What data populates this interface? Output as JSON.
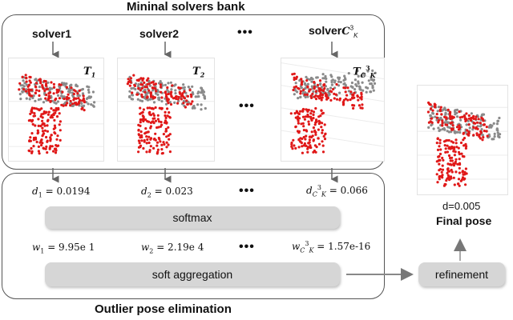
{
  "top_title": "Mininal solvers bank",
  "bottom_title": "Outlier pose elimination",
  "solvers": [
    {
      "label": "solver1",
      "pose": "T",
      "pose_sub": "1",
      "d_label": "d",
      "d_sub": "1",
      "d_value": " = 0.0194",
      "w_label": "w",
      "w_sub": "1",
      "w_value": " = 9.95e 1"
    },
    {
      "label": "solver2",
      "pose": "T",
      "pose_sub": "2",
      "d_label": "d",
      "d_sub": "2",
      "d_value": " = 0.023",
      "w_label": "w",
      "w_sub": "2",
      "w_value": " = 2.19e 4"
    },
    {
      "label": "solver",
      "label_sub": "C",
      "label_sup": "3",
      "label_subsub": "K",
      "pose": "T",
      "pose_sub": "C",
      "pose_sup": "3",
      "pose_subsub": "K",
      "d_label": "d",
      "d_sub": "C",
      "d_sup": "3",
      "d_subsub": "K",
      "d_value": " = 0.066",
      "w_label": "w",
      "w_sub": "C",
      "w_sup": "3",
      "w_subsub": "K",
      "w_value": " = 1.57e-16"
    }
  ],
  "ellipsis": "•••",
  "softmax_label": "softmax",
  "aggregation_label": "soft aggregation",
  "refinement_label": "refinement",
  "final_d": "d=0.005",
  "final_label": "Final pose",
  "colors": {
    "source_points": "#e01818",
    "target_points": "#8a8a8a",
    "box_border": "#555555",
    "pill": "#d6d6d6"
  }
}
